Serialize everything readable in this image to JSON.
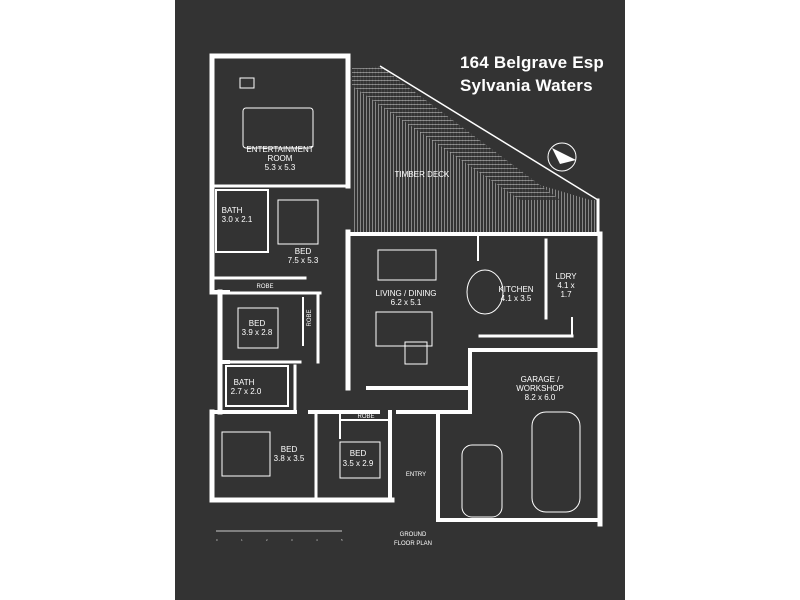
{
  "address": {
    "line1": "164 Belgrave Esp",
    "line2": "Sylvania Waters"
  },
  "rooms": {
    "entertainment": {
      "name_line1": "ENTERTAINMENT",
      "name_line2": "ROOM",
      "dims": "5.3 x 5.3"
    },
    "timber_deck": {
      "name": "TIMBER DECK"
    },
    "bath1": {
      "name": "BATH",
      "dims": "3.0 x 2.1"
    },
    "bed1": {
      "name": "BED",
      "dims": "7.5 x 5.3"
    },
    "robe1": {
      "name": "ROBE"
    },
    "bed2": {
      "name": "BED",
      "dims": "3.9 x 2.8"
    },
    "robe2": {
      "name": "ROBE"
    },
    "bath2": {
      "name": "BATH",
      "dims": "2.7 x 2.0"
    },
    "bed3": {
      "name": "BED",
      "dims": "3.8 x 3.5"
    },
    "robe3": {
      "name": "ROBE"
    },
    "bed4": {
      "name": "BED",
      "dims": "3.5 x 2.9"
    },
    "living": {
      "name": "LIVING / DINING",
      "dims": "6.2 x 5.1"
    },
    "kitchen": {
      "name": "KITCHEN",
      "dims": "4.1 x 3.5"
    },
    "laundry": {
      "name": "LDRY",
      "dims_line1": "4.1 x",
      "dims_line2": "1.7"
    },
    "garage": {
      "name_line1": "GARAGE /",
      "name_line2": "WORKSHOP",
      "dims": "8.2 x 6.0"
    },
    "entry": {
      "name": "ENTRY"
    }
  },
  "footer": {
    "plan_label_line1": "GROUND",
    "plan_label_line2": "FLOOR PLAN",
    "scale_ticks": [
      "0",
      "1",
      "2",
      "3",
      "4",
      "5"
    ]
  },
  "colors": {
    "background": "#333333",
    "walls": "#ffffff",
    "page": "#ffffff"
  }
}
